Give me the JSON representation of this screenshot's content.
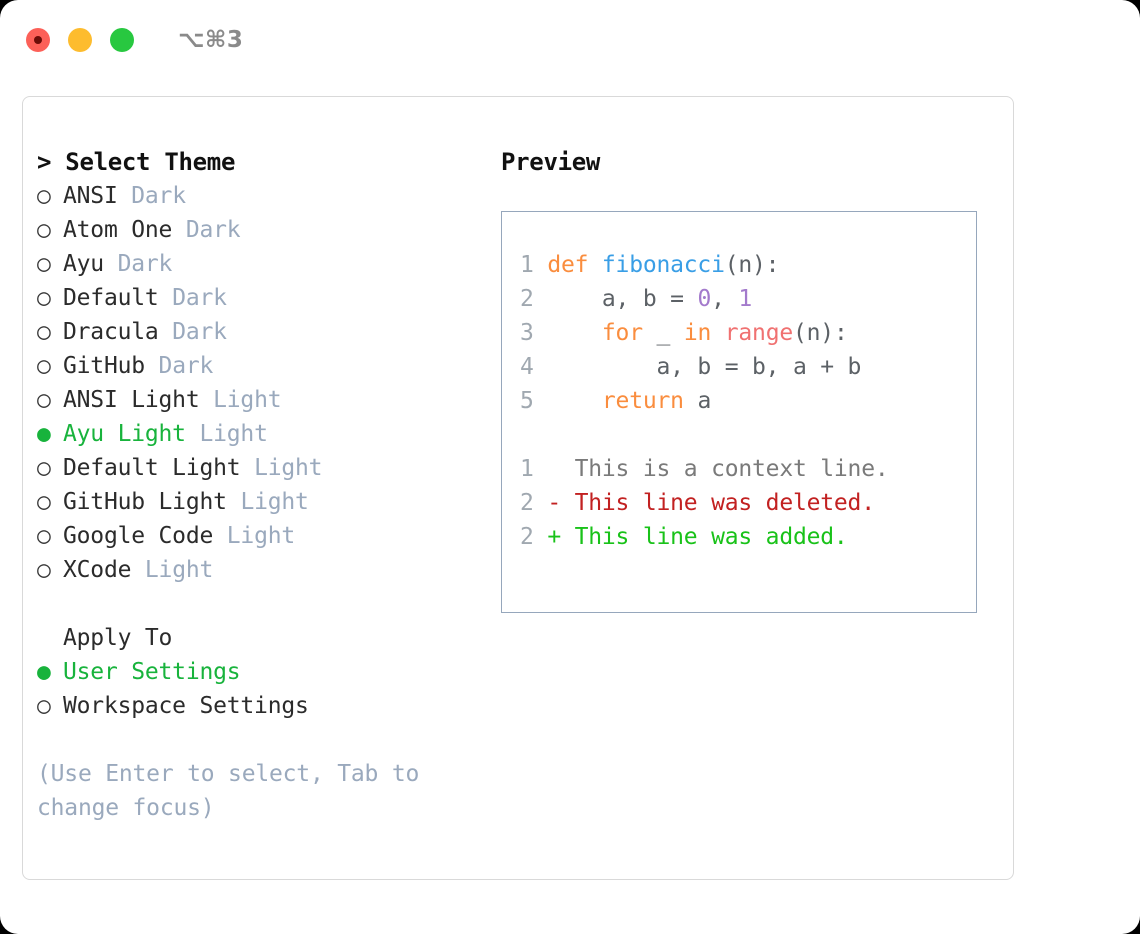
{
  "titlebar": {
    "lights": [
      {
        "name": "close-button",
        "color": "#fc6058",
        "recording": true
      },
      {
        "name": "minimize-button",
        "color": "#fdbc2e",
        "recording": false
      },
      {
        "name": "maximize-button",
        "color": "#28c840",
        "recording": false
      }
    ],
    "shortcut": "⌥⌘3"
  },
  "left": {
    "heading": "> Select Theme",
    "themes": [
      {
        "bullet": "○",
        "name": "ANSI",
        "kind": "Dark",
        "selected": false
      },
      {
        "bullet": "○",
        "name": "Atom One",
        "kind": "Dark",
        "selected": false
      },
      {
        "bullet": "○",
        "name": "Ayu",
        "kind": "Dark",
        "selected": false
      },
      {
        "bullet": "○",
        "name": "Default",
        "kind": "Dark",
        "selected": false
      },
      {
        "bullet": "○",
        "name": "Dracula",
        "kind": "Dark",
        "selected": false
      },
      {
        "bullet": "○",
        "name": "GitHub",
        "kind": "Dark",
        "selected": false
      },
      {
        "bullet": "○",
        "name": "ANSI Light",
        "kind": "Light",
        "selected": false
      },
      {
        "bullet": "●",
        "name": "Ayu Light",
        "kind": "Light",
        "selected": true
      },
      {
        "bullet": "○",
        "name": "Default Light",
        "kind": "Light",
        "selected": false
      },
      {
        "bullet": "○",
        "name": "GitHub Light",
        "kind": "Light",
        "selected": false
      },
      {
        "bullet": "○",
        "name": "Google Code",
        "kind": "Light",
        "selected": false
      },
      {
        "bullet": "○",
        "name": "XCode",
        "kind": "Light",
        "selected": false
      }
    ],
    "apply_to_label": "Apply To",
    "apply_to_options": [
      {
        "bullet": "●",
        "name": "User Settings",
        "selected": true
      },
      {
        "bullet": "○",
        "name": "Workspace Settings",
        "selected": false
      }
    ],
    "hint": "(Use Enter to select, Tab to change focus)"
  },
  "preview": {
    "title": "Preview",
    "code_lines": [
      {
        "num": "1",
        "tokens": [
          {
            "t": "def ",
            "c": "kw"
          },
          {
            "t": "fibonacci",
            "c": "fn"
          },
          {
            "t": "(n):",
            "c": "txt"
          }
        ]
      },
      {
        "num": "2",
        "tokens": [
          {
            "t": "    a, b = ",
            "c": "txt"
          },
          {
            "t": "0",
            "c": "num"
          },
          {
            "t": ", ",
            "c": "txt"
          },
          {
            "t": "1",
            "c": "num"
          }
        ]
      },
      {
        "num": "3",
        "tokens": [
          {
            "t": "    ",
            "c": "txt"
          },
          {
            "t": "for",
            "c": "kw"
          },
          {
            "t": " _ ",
            "c": "txt"
          },
          {
            "t": "in",
            "c": "kw"
          },
          {
            "t": " ",
            "c": "txt"
          },
          {
            "t": "range",
            "c": "call"
          },
          {
            "t": "(n):",
            "c": "txt"
          }
        ]
      },
      {
        "num": "4",
        "tokens": [
          {
            "t": "        a, b = b, a + b",
            "c": "txt"
          }
        ]
      },
      {
        "num": "5",
        "tokens": [
          {
            "t": "    ",
            "c": "txt"
          },
          {
            "t": "return",
            "c": "kw"
          },
          {
            "t": " a",
            "c": "txt"
          }
        ]
      }
    ],
    "diff_lines": [
      {
        "num": "1",
        "marker": "  ",
        "text": "This is a context line.",
        "kind": "ctx"
      },
      {
        "num": "2",
        "marker": "- ",
        "text": "This line was deleted.",
        "kind": "del"
      },
      {
        "num": "2",
        "marker": "+ ",
        "text": "This line was added.",
        "kind": "add"
      }
    ]
  },
  "colors": {
    "accent_green": "#18b33c",
    "muted": "#9aa9bd",
    "keyword": "#fa8d3e",
    "function": "#399ee6",
    "call": "#f07171",
    "number": "#a37acc",
    "diff_add": "#19c219",
    "diff_del": "#c22121",
    "panel_border": "#d9d9d9",
    "preview_border": "#96a7bc"
  }
}
